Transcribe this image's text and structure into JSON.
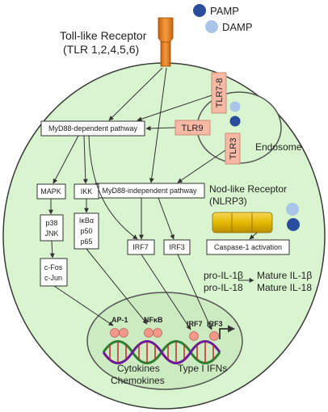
{
  "legend": {
    "pamp": "PAMP",
    "damp": "DAMP"
  },
  "receptor": {
    "line1": "Toll-like Receptor",
    "line2": "(TLR 1,2,4,5,6)"
  },
  "endosomal": {
    "tlr78": "TLR7-8",
    "tlr9": "TLR9",
    "tlr3": "TLR3",
    "endosome": "Endosome"
  },
  "pathways": {
    "myd88_dep": "MyD88-dependent pathway",
    "myd88_indep": "MyD88-independent pathway",
    "mapk": "MAPK",
    "ikk": "IKK",
    "p38_jnk": [
      "p38",
      "JNK"
    ],
    "ikb": [
      "IκBα",
      "p50",
      "p65"
    ],
    "cfos_cjun": [
      "c-Fos",
      "c-Jun"
    ],
    "irf7": "IRF7",
    "irf3": "IRF3"
  },
  "nlr": {
    "line1": "Nod-like Receptor",
    "line2": "(NLRP3)",
    "caspase": "Caspase-1 activation",
    "pro": [
      "pro-IL-1β",
      "pro-IL-18"
    ],
    "mature": [
      "Mature IL-1β",
      "Mature IL-18"
    ]
  },
  "nucleus": {
    "tf": [
      "AP-1",
      "NFκB",
      "IRF7",
      "IRF3"
    ],
    "cytokines": [
      "Cytokines",
      "Chemokines"
    ],
    "ifn": "Type I IFNs"
  },
  "colors": {
    "cell": "#d9f5cf",
    "nucleus": "#cdebc0",
    "pamp": "#2b4d9e",
    "damp": "#a9c6e8",
    "receptor_box": "#f7b9a6",
    "tf_blob": "#f2988a"
  }
}
